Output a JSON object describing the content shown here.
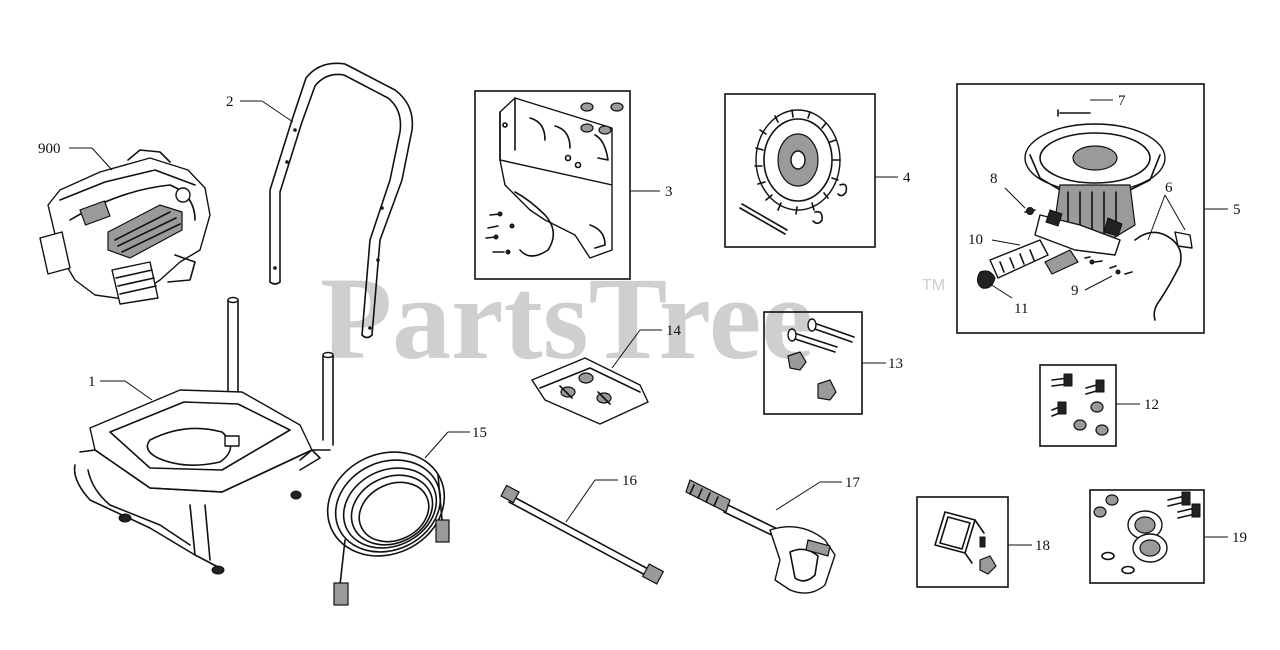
{
  "watermark": {
    "text": "PartsTree",
    "trademark": "TM"
  },
  "parts": {
    "p900": "900",
    "p1": "1",
    "p2": "2",
    "p3": "3",
    "p4": "4",
    "p5": "5",
    "p6": "6",
    "p7": "7",
    "p8": "8",
    "p9": "9",
    "p10": "10",
    "p11": "11",
    "p12": "12",
    "p13": "13",
    "p14": "14",
    "p15": "15",
    "p16": "16",
    "p17": "17",
    "p18": "18",
    "p19": "19"
  }
}
